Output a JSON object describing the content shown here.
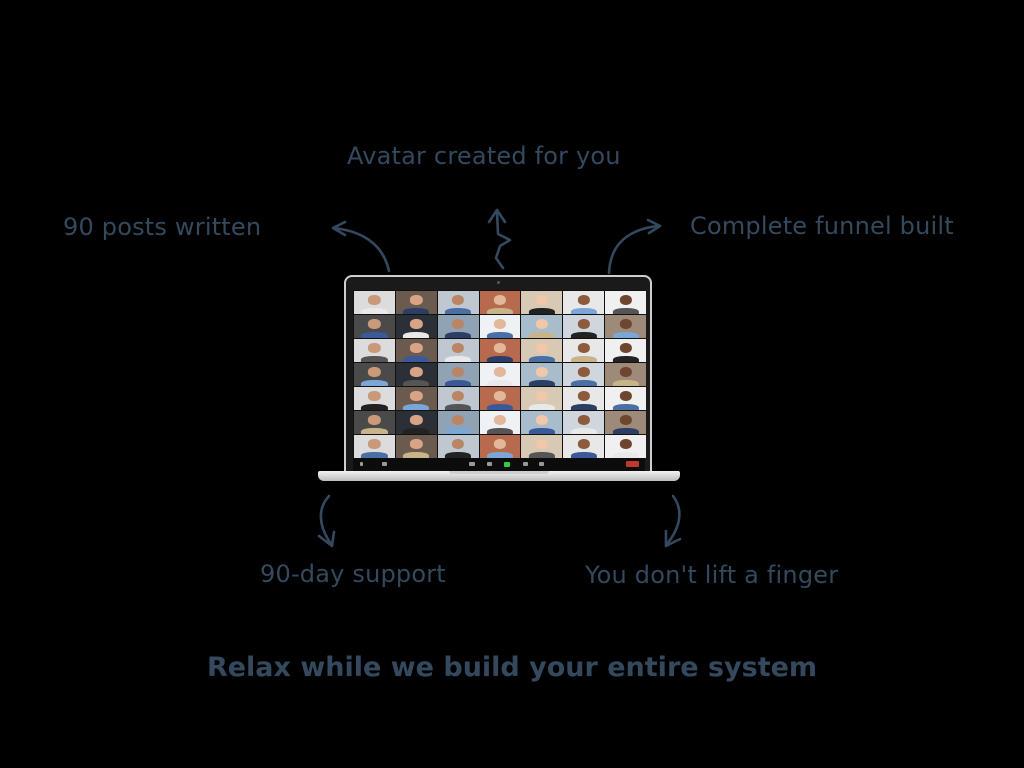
{
  "labels": {
    "top_center": "Avatar created for you",
    "top_left": "90 posts written",
    "top_right": "Complete funnel built",
    "bottom_left": "90-day support",
    "bottom_right": "You don't lift a finger"
  },
  "headline": "Relax while we build your entire system",
  "colors": {
    "text": "#34495e",
    "background": "#000000",
    "arrow": "#34495e"
  },
  "laptop": {
    "screen_content": "video-conference grid",
    "grid_rows": 7,
    "grid_cols": 7,
    "participants": 49,
    "toolbar_icons": [
      "microphone-icon",
      "video-camera-icon",
      "participants-icon",
      "chat-icon",
      "share-screen-icon",
      "record-icon",
      "reactions-icon",
      "end-call-button"
    ]
  },
  "icons": [
    "arrow-up-left-icon",
    "arrow-up-squiggle-icon",
    "arrow-up-right-icon",
    "arrow-down-left-icon",
    "arrow-down-right-icon"
  ]
}
